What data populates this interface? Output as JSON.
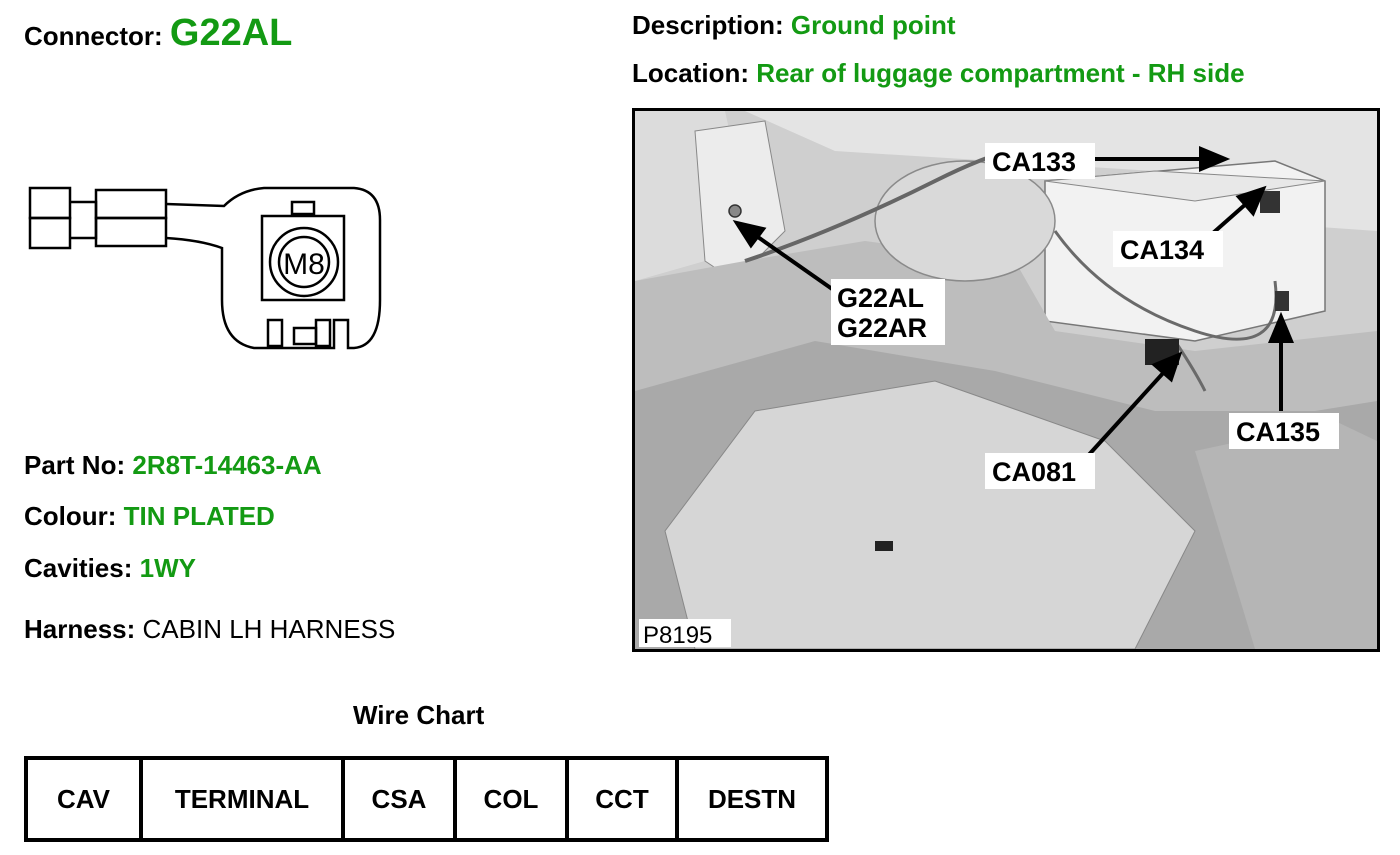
{
  "connector": {
    "label": "Connector:",
    "value": "G22AL"
  },
  "description": {
    "label": "Description:",
    "value": "Ground point"
  },
  "location": {
    "label": "Location:",
    "value": "Rear of luggage compartment - RH side"
  },
  "connector_diagram": {
    "text": "M8"
  },
  "details": {
    "part_no": {
      "label": "Part No:",
      "value": "2R8T-14463-AA"
    },
    "colour": {
      "label": "Colour:",
      "value": "TIN PLATED"
    },
    "cavities": {
      "label": "Cavities:",
      "value": "1WY"
    },
    "harness": {
      "label": "Harness:",
      "value": "CABIN LH HARNESS"
    }
  },
  "photo": {
    "ref": "P8195",
    "callouts": {
      "ca133": "CA133",
      "ca134": "CA134",
      "g22al": "G22AL",
      "g22ar": "G22AR",
      "ca081": "CA081",
      "ca135": "CA135"
    }
  },
  "wire_chart": {
    "title": "Wire Chart",
    "columns": [
      "CAV",
      "TERMINAL",
      "CSA",
      "COL",
      "CCT",
      "DESTN"
    ]
  },
  "colors": {
    "accent": "#139a13"
  }
}
